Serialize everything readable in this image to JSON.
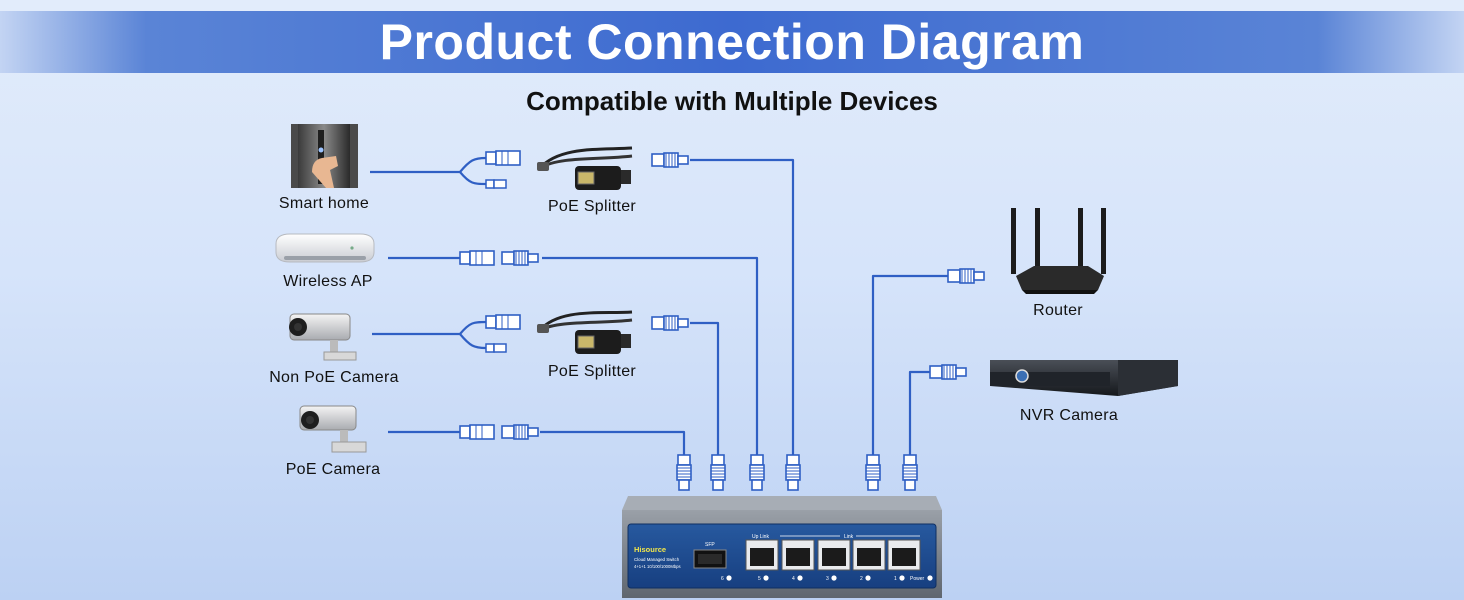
{
  "header": {
    "title": "Product Connection Diagram",
    "subtitle": "Compatible with Multiple Devices"
  },
  "devices": {
    "smart_home": "Smart home",
    "wireless_ap": "Wireless AP",
    "non_poe_camera": "Non PoE Camera",
    "poe_camera": "PoE Camera",
    "router": "Router",
    "nvr_camera": "NVR Camera"
  },
  "splitters": {
    "top": "PoE Splitter",
    "bottom": "PoE Splitter"
  },
  "switch": {
    "brand": "Hisource",
    "model": "Cloud Managed Switch",
    "spec": "4+1+1 10/100/1000Mbps",
    "sfp_label": "SFP",
    "uplink_label": "Up Link",
    "link_label": "Link",
    "power_label": "Power",
    "port_numbers": [
      "6",
      "5",
      "4",
      "3",
      "2",
      "1"
    ]
  },
  "colors": {
    "cable": "#2f5fc4",
    "switch_front": "#1d4c96",
    "switch_brand": "#f2e64a",
    "banner": "#3d6ad0"
  }
}
